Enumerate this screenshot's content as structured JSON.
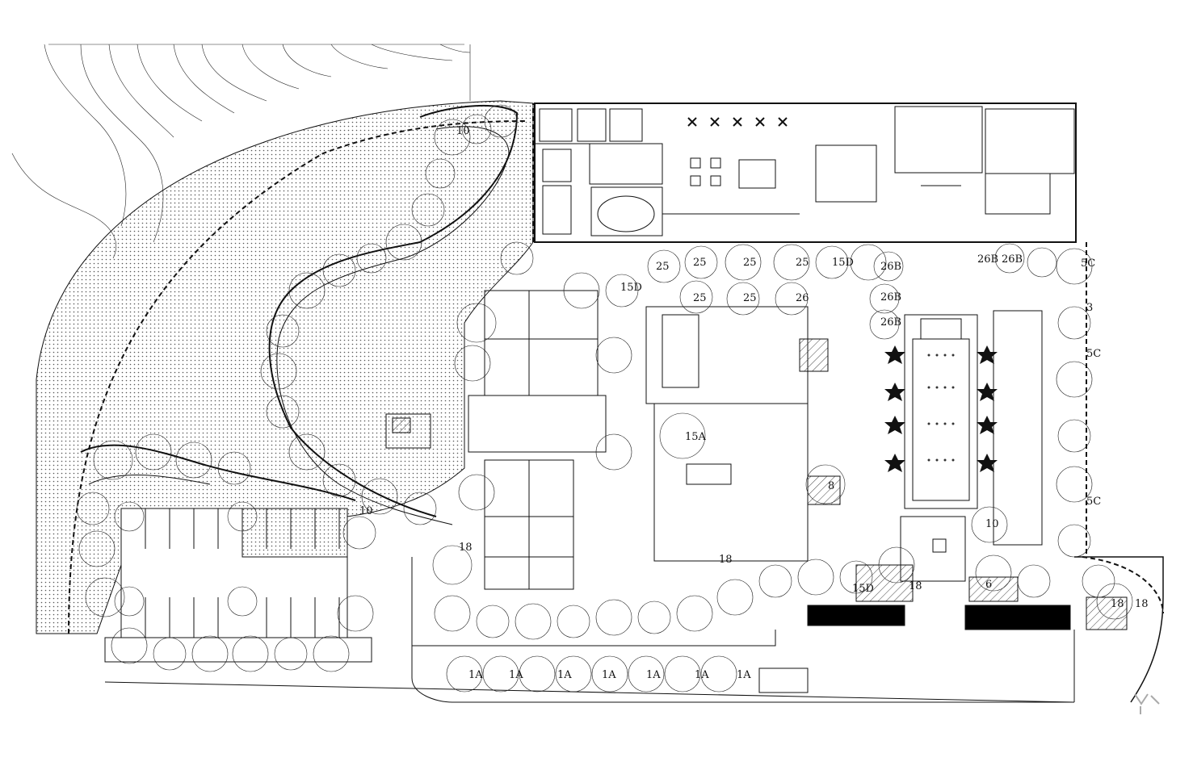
{
  "diagram": {
    "kind": "landscape-site-plan",
    "bottom_row_labels": [
      "1A",
      "1A",
      "1A",
      "1A",
      "1A",
      "1A",
      "1A"
    ],
    "courtyard_labels": [
      "25",
      "25",
      "25",
      "15D",
      "25",
      "25",
      "25",
      "26",
      "26B",
      "26B",
      "26B",
      "15D",
      "26B",
      "26B"
    ],
    "east_labels": [
      "5C",
      "5C",
      "5C",
      "3",
      "10",
      "18",
      "18",
      "18",
      "6"
    ],
    "center_labels": [
      "15A",
      "15D",
      "18",
      "8"
    ],
    "west_labels": [
      "10",
      "10",
      "18"
    ],
    "colors": {
      "line": "#111111",
      "hatch": "#555555",
      "background": "#ffffff"
    }
  }
}
